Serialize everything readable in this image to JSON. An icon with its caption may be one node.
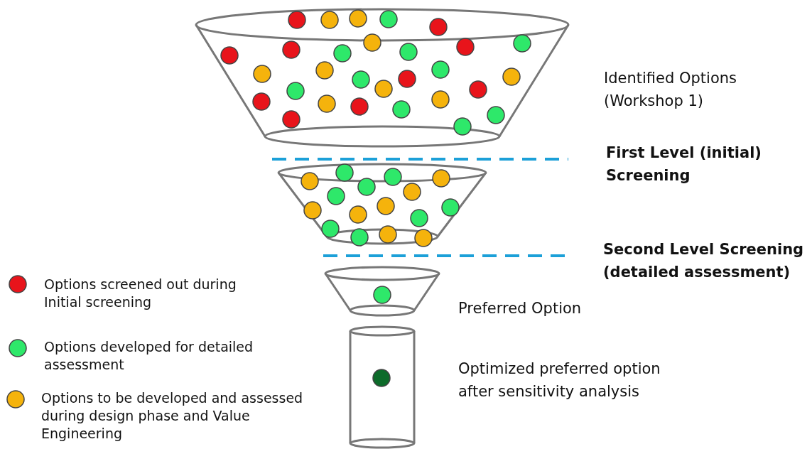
{
  "diagram": {
    "nodes": [
      {
        "text": [],
        "shape": "funnel",
        "beside": [
          "Identified Options (Workshop 1)"
        ]
      },
      {
        "text": [],
        "shape": "funnel"
      },
      {
        "text": [],
        "shape": "funnel",
        "beside": [
          "Preferred Option"
        ]
      },
      {
        "text": [],
        "shape": "cylinder",
        "beside": [
          "Optimized preferred option after sensitivity analysis"
        ]
      }
    ],
    "edges": [],
    "labels": [
      "First Level (initial) Screening",
      "Second Level Screening (detailed assessment)"
    ],
    "legend": [
      {
        "text": "Options screened out during Initial screening",
        "color": "#e8141b"
      },
      {
        "text": "Options developed for detailed assessment",
        "color": "#2ee86a"
      },
      {
        "text": "Options to be developed and assessed during design phase and Value Engineering",
        "color": "#f5b30c"
      }
    ]
  }
}
